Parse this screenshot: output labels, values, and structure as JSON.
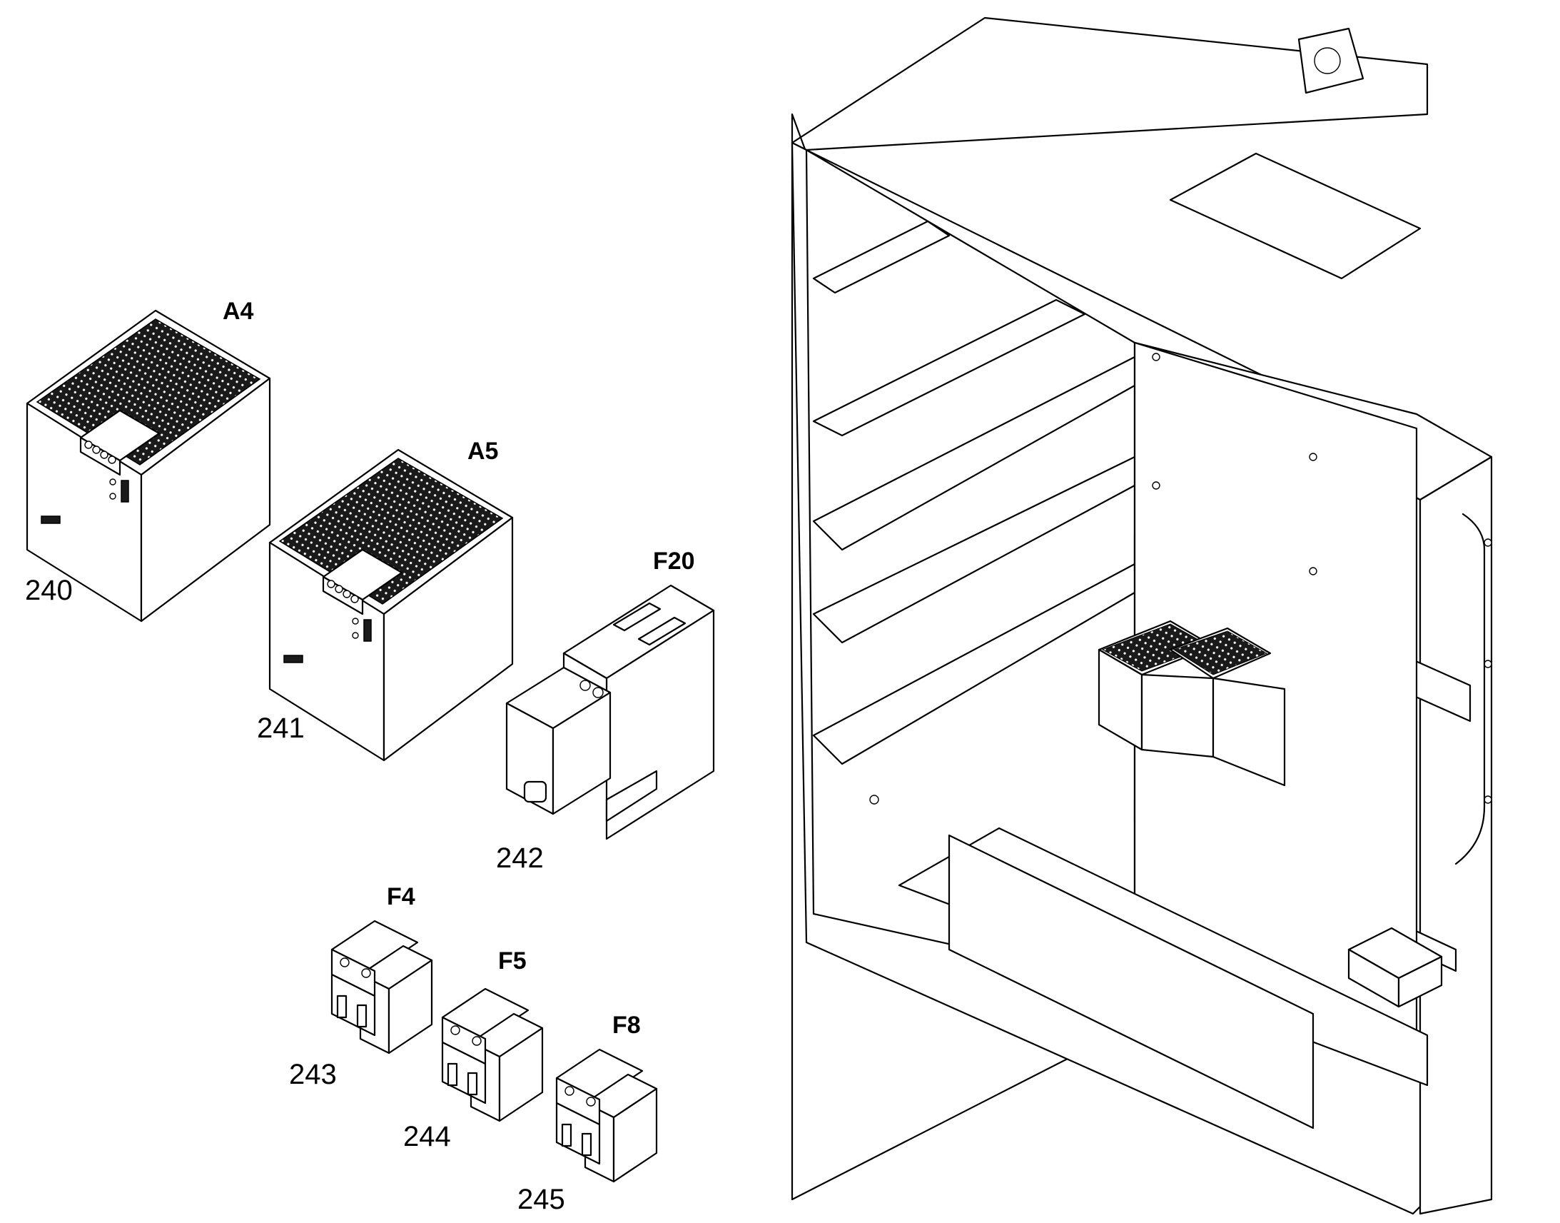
{
  "components": [
    {
      "id": "A4",
      "ref": "240",
      "kind": "power-supply"
    },
    {
      "id": "A5",
      "ref": "241",
      "kind": "power-supply"
    },
    {
      "id": "F20",
      "ref": "242",
      "kind": "residual-current-breaker"
    },
    {
      "id": "F4",
      "ref": "243",
      "kind": "circuit-breaker"
    },
    {
      "id": "F5",
      "ref": "244",
      "kind": "circuit-breaker"
    },
    {
      "id": "F8",
      "ref": "245",
      "kind": "circuit-breaker"
    }
  ],
  "colors": {
    "line": "#000000",
    "background": "#ffffff",
    "grille": "#1a1a1a"
  },
  "icons": [
    "power-supply-icon",
    "rcd-icon",
    "breaker-icon",
    "cabinet-icon",
    "terminal-block-icon"
  ]
}
